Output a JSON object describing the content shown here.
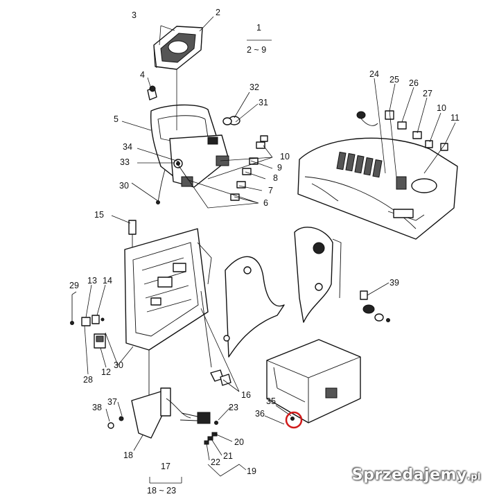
{
  "callouts": {
    "c1": "1",
    "c1_range": "2 ~ 9",
    "c2": "2",
    "c3": "3",
    "c4": "4",
    "c5": "5",
    "c6": "6",
    "c7": "7",
    "c8": "8",
    "c9": "9",
    "c10a": "10",
    "c10b": "10",
    "c11": "11",
    "c12": "12",
    "c13": "13",
    "c14": "14",
    "c15": "15",
    "c16": "16",
    "c17": "17",
    "c17_range": "18 ~ 23",
    "c18": "18",
    "c19": "19",
    "c20": "20",
    "c21": "21",
    "c22": "22",
    "c23": "23",
    "c24": "24",
    "c25": "25",
    "c26": "26",
    "c27": "27",
    "c28": "28",
    "c29": "29",
    "c30a": "30",
    "c30b": "30",
    "c31": "31",
    "c32": "32",
    "c33": "33",
    "c34": "34",
    "c35": "35",
    "c36": "36",
    "c37": "37",
    "c38": "38",
    "c39": "39"
  },
  "watermark": {
    "text": "Sprzedajemy",
    "suffix": ".pl"
  },
  "highlight": {
    "color": "#d11a1a",
    "target_part": "35"
  }
}
